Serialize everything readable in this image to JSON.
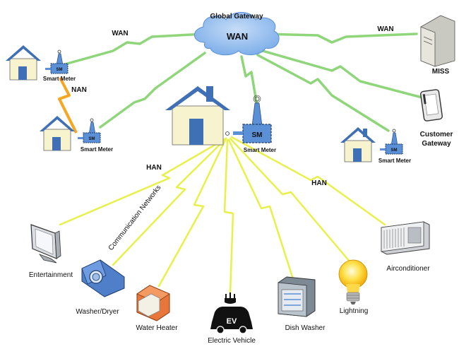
{
  "title": "Global Gateway",
  "cloud_label": "WAN",
  "links": {
    "wan_left": "WAN",
    "wan_right": "WAN",
    "nan": "NAN",
    "han_left": "HAN",
    "han_right": "HAN",
    "communication": "Communication Networks"
  },
  "meters": {
    "small": "SM",
    "caption": "Smart Meter",
    "main": "SM"
  },
  "nodes": {
    "miss": "MISS",
    "customer_gateway_line1": "Customer",
    "customer_gateway_line2": "Gateway"
  },
  "appliances": {
    "entertainment": "Entertainment",
    "washer": "Washer/Dryer",
    "water_heater": "Water Heater",
    "ev_badge": "EV",
    "electric_vehicle": "Electric Vehicle",
    "dish_washer": "Dish Washer",
    "lightning": "Lightning",
    "aircon": "Airconditioner"
  },
  "colors": {
    "wan_link": "#8fd67a",
    "han_link": "#f2f21c",
    "nan_link": "#f5a623",
    "cloud": "#9cc3f0",
    "house_wall": "#f7f3cf",
    "house_roof": "#3f6fb5",
    "meter": "#5b8fd6"
  }
}
